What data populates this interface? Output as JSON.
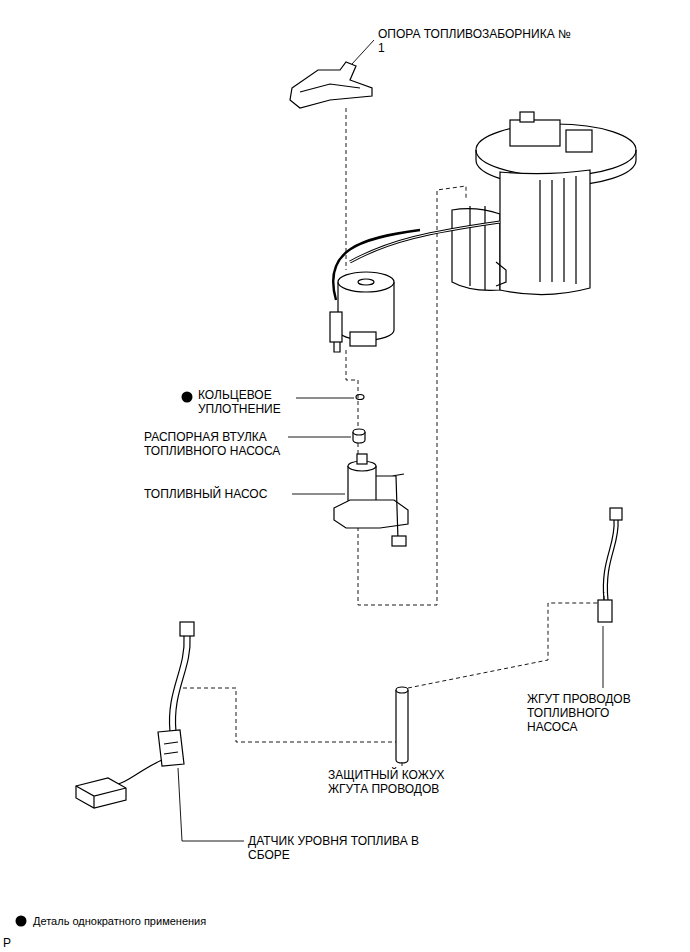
{
  "diagram": {
    "labels": [
      "ОПОРА ТОПЛИВОЗАБОРНИКА № 1",
      "КОЛЬЦЕВОЕ УПЛОТНЕНИЕ",
      "РАСПОРНАЯ ВТУЛКА ТОПЛИВНОГО НАСОСА",
      "ТОПЛИВНЫЙ НАСОС",
      "ЖГУТ ПРОВОДОВ ТОПЛИВНОГО НАСОСА",
      "ЗАЩИТНЫЙ КОЖУХ ЖГУТА ПРОВОДОВ",
      "ДАТЧИК УРОВНЯ ТОПЛИВА В СБОРЕ",
      "P"
    ],
    "legend": [
      {
        "text": "Деталь однократного применения"
      }
    ]
  }
}
